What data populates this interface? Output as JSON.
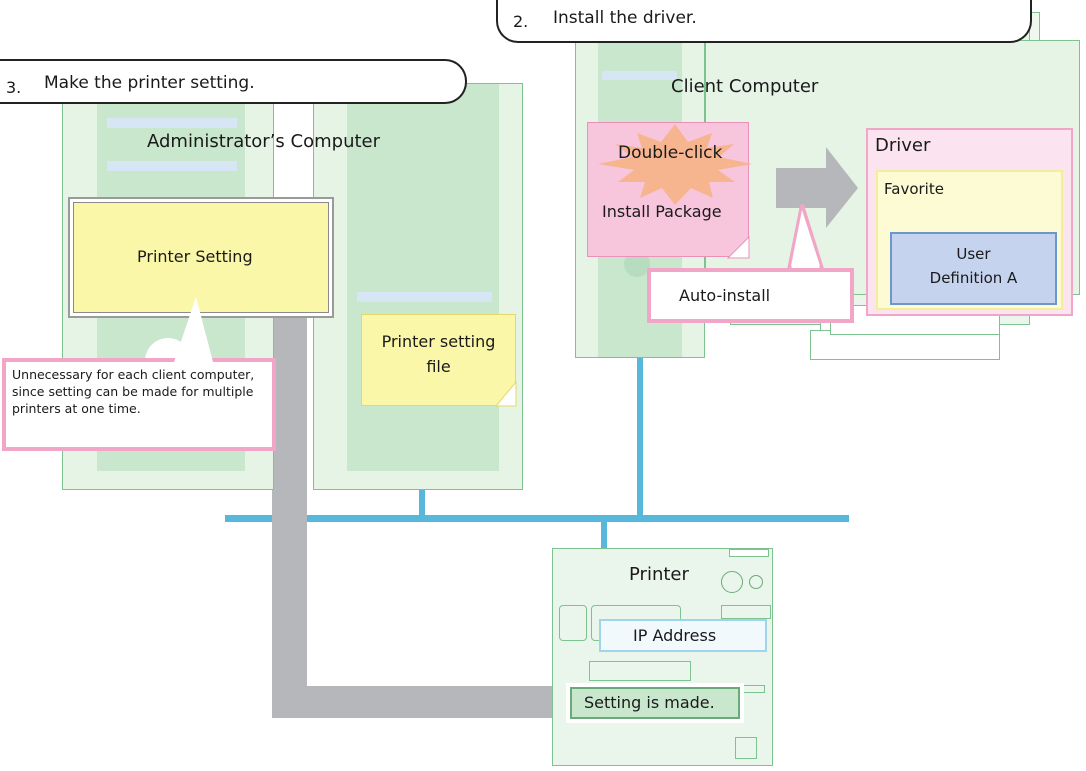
{
  "steps": {
    "install_driver": {
      "number": "2.",
      "text": "Install the driver."
    },
    "make_setting": {
      "number": "3.",
      "text": "Make the printer setting."
    }
  },
  "labels": {
    "client_computer": "Client Computer",
    "admin_computer": "Administrator’s Computer",
    "printer": "Printer",
    "driver": "Driver",
    "favorite": "Favorite",
    "user_definition": "User Definition A",
    "double_click": "Double-click",
    "install_package": "Install Package",
    "auto_install": "Auto-install",
    "printer_setting": "Printer Setting",
    "printer_setting_file": "Printer setting file",
    "ip_address": "IP Address",
    "setting_made": "Setting is made.",
    "unnecessary_note": "Unnecessary for each client computer, since setting can be made for multiple printers at one time."
  },
  "colors": {
    "network": "#58b8dc",
    "arrow": "#b6b7ba",
    "callout_border": "#f2a6c7",
    "computer_fill": "#e6f4e6",
    "computer_border": "#7cc38f",
    "yellow_note": "#fbf7a8",
    "pink_note": "#f8c6dc",
    "starburst": "#f6b58f",
    "user_def_fill": "#c5d3ee"
  }
}
